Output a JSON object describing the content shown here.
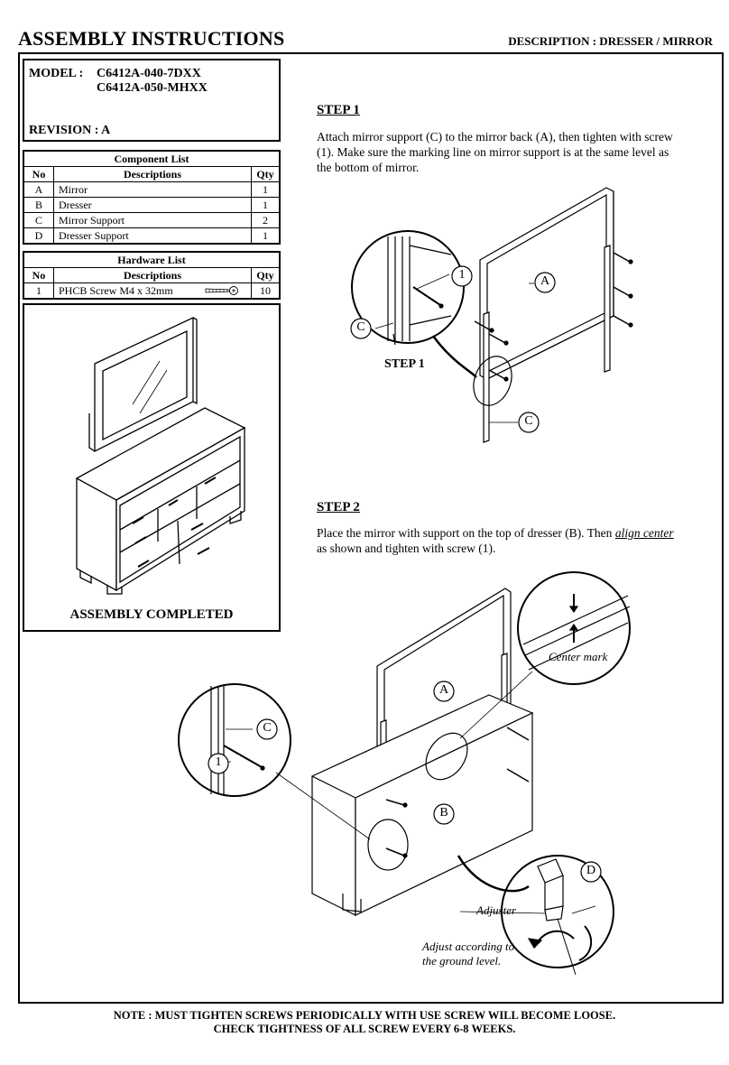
{
  "header": {
    "title": "ASSEMBLY INSTRUCTIONS",
    "description": "DESCRIPTION :  DRESSER / MIRROR"
  },
  "model": {
    "label": "MODEL :",
    "numbers": [
      "C6412A-040-7DXX",
      "C6412A-050-MHXX"
    ],
    "revision": "REVISION : A"
  },
  "component_list": {
    "caption": "Component List",
    "headers": [
      "No",
      "Descriptions",
      "Qty"
    ],
    "rows": [
      {
        "no": "A",
        "desc": "Mirror",
        "qty": "1"
      },
      {
        "no": "B",
        "desc": "Dresser",
        "qty": "1"
      },
      {
        "no": "C",
        "desc": "Mirror Support",
        "qty": "2"
      },
      {
        "no": "D",
        "desc": "Dresser Support",
        "qty": "1"
      }
    ]
  },
  "hardware_list": {
    "caption": "Hardware List",
    "headers": [
      "No",
      "Descriptions",
      "Qty"
    ],
    "rows": [
      {
        "no": "1",
        "desc": "PHCB Screw M4 x 32mm",
        "qty": "10"
      }
    ]
  },
  "completed": {
    "label": "ASSEMBLY COMPLETED"
  },
  "step1": {
    "heading": "STEP 1",
    "text": "Attach mirror support (C)  to the mirror back (A), then tighten with screw (1). Make sure the marking line on mirror support is at the same level as the bottom of mirror.",
    "diagram_caption": "STEP 1",
    "callouts": [
      "1",
      "A",
      "C",
      "C"
    ]
  },
  "step2": {
    "heading": "STEP 2",
    "text_before": "Place the mirror with support on the top of dresser (B). Then ",
    "text_emph": "align center",
    "text_after": " as shown and tighten with screw (1).",
    "callouts": [
      "A",
      "B",
      "C",
      "1",
      "D"
    ],
    "center_mark": "Center mark",
    "adjuster": "Adjuster",
    "adjust_note_1": "Adjust according to",
    "adjust_note_2": "the ground level."
  },
  "note": {
    "line1": "NOTE : MUST TIGHTEN SCREWS PERIODICALLY WITH USE SCREW WILL BECOME LOOSE.",
    "line2": "CHECK TIGHTNESS OF ALL SCREW EVERY 6-8 WEEKS."
  }
}
